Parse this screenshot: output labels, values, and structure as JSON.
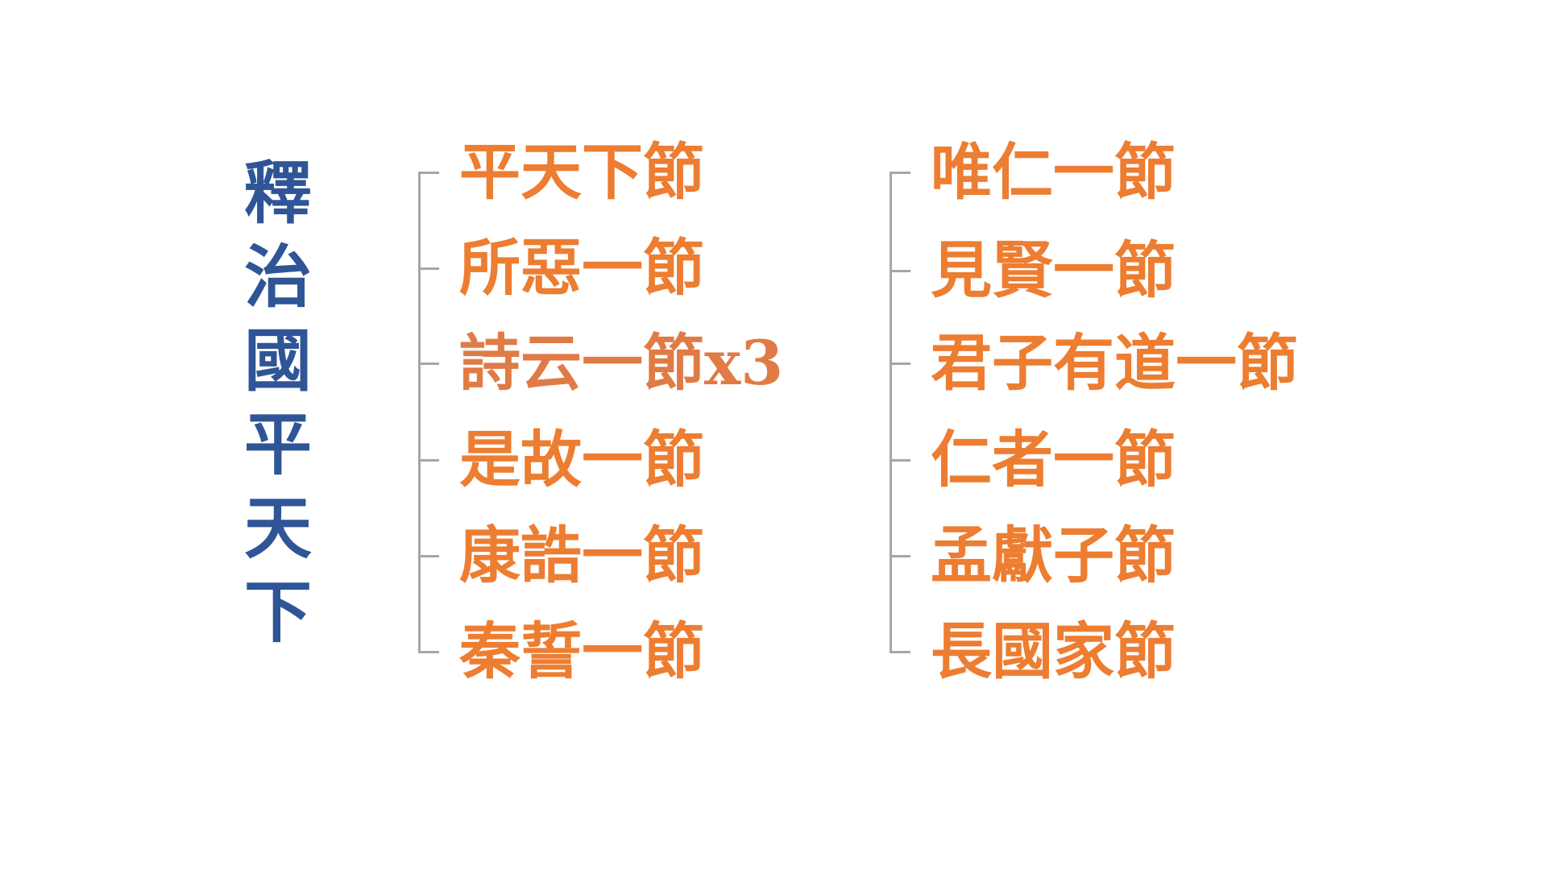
{
  "title_chars": [
    "釋",
    "治",
    "國",
    "平",
    "天",
    "下"
  ],
  "left_column": [
    {
      "label": "平天下節"
    },
    {
      "label": "所惡一節"
    },
    {
      "label": "詩云一節x3"
    },
    {
      "label": "是故一節"
    },
    {
      "label": "康誥一節"
    },
    {
      "label": "秦誓一節"
    }
  ],
  "right_column": [
    {
      "label": "唯仁一節"
    },
    {
      "label": "見賢一節"
    },
    {
      "label": "君子有道一節"
    },
    {
      "label": "仁者一節"
    },
    {
      "label": "孟獻子節"
    },
    {
      "label": "長國家節"
    }
  ],
  "colors": {
    "title": "#2f5597",
    "items": "#ed7d31",
    "bracket": "#a6a6a6"
  }
}
